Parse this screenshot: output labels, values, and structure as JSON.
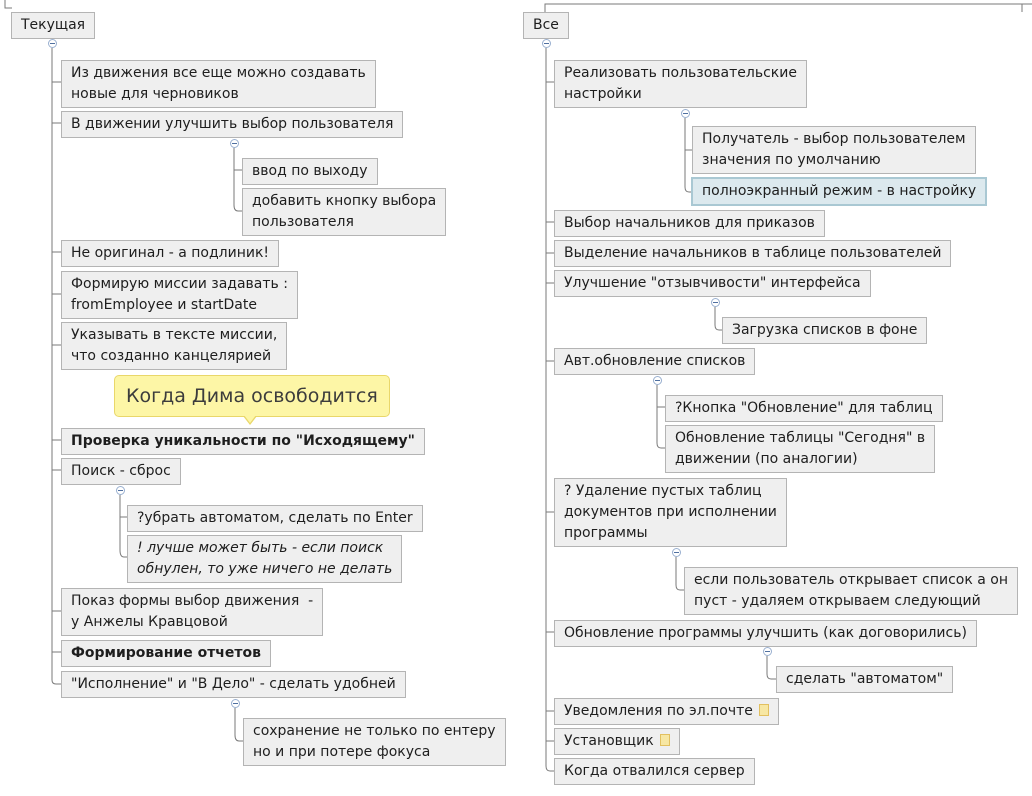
{
  "left": {
    "root": "Текущая",
    "items": [
      "Из движения все еще можно создавать\nновые для черновиков",
      "В движении улучшить выбор пользователя",
      "ввод по выходу",
      "добавить кнопку выбора\nпользователя",
      "Не оригинал - а подлиник!",
      "Формирую миссии задавать :\nfromEmployee и startDate",
      "Указывать в тексте миссии,\nчто созданно канцелярией",
      "Проверка уникальности по \"Исходящему\"",
      "Поиск - сброс",
      "?убрать автоматом, сделать по Enter",
      "! лучше может быть - если поиск\nобнулен, то уже ничего не делать",
      "Показ формы выбор движения  -\nу Анжелы Кравцовой",
      "Формирование отчетов",
      "\"Исполнение\"  и \"В Дело\" - сделать удобней",
      "сохранение не только по ентеру\nно и при потере фокуса"
    ],
    "callout": "Когда Дима освободится"
  },
  "right": {
    "root": "Все",
    "items": [
      "Реализовать пользовательские\nнастройки",
      "Получатель - выбор пользователем\nзначения по умолчанию",
      "полноэкранный режим - в настройку",
      "Выбор начальников для приказов",
      "Выделение начальников в таблице пользователей",
      "Улучшение \"отзывчивости\" интерфейса",
      "Загрузка списков в фоне",
      "Авт.обновление списков",
      "?Кнопка \"Обновление\" для таблиц",
      "Обновление таблицы \"Сегодня\" в\nдвижении (по аналогии)",
      "? Удаление пустых таблиц\nдокументов при исполнении\nпрограммы",
      "если пользователь открывает список а он\nпуст - удаляем открываем следующий",
      "Обновление программы улучшить (как договорились)",
      "сделать \"автоматом\"",
      "Уведомления по эл.почте",
      "Установщик",
      "Когда отвалился сервер"
    ]
  },
  "colors": {
    "node_bg": "#efefef",
    "node_border": "#b4b4b4",
    "connector": "#7a7a7a",
    "selected_bg": "#dce9ee",
    "callout_bg": "#fdf6a6"
  },
  "icons": {
    "note": "note-icon",
    "collapse": "collapse-icon"
  }
}
